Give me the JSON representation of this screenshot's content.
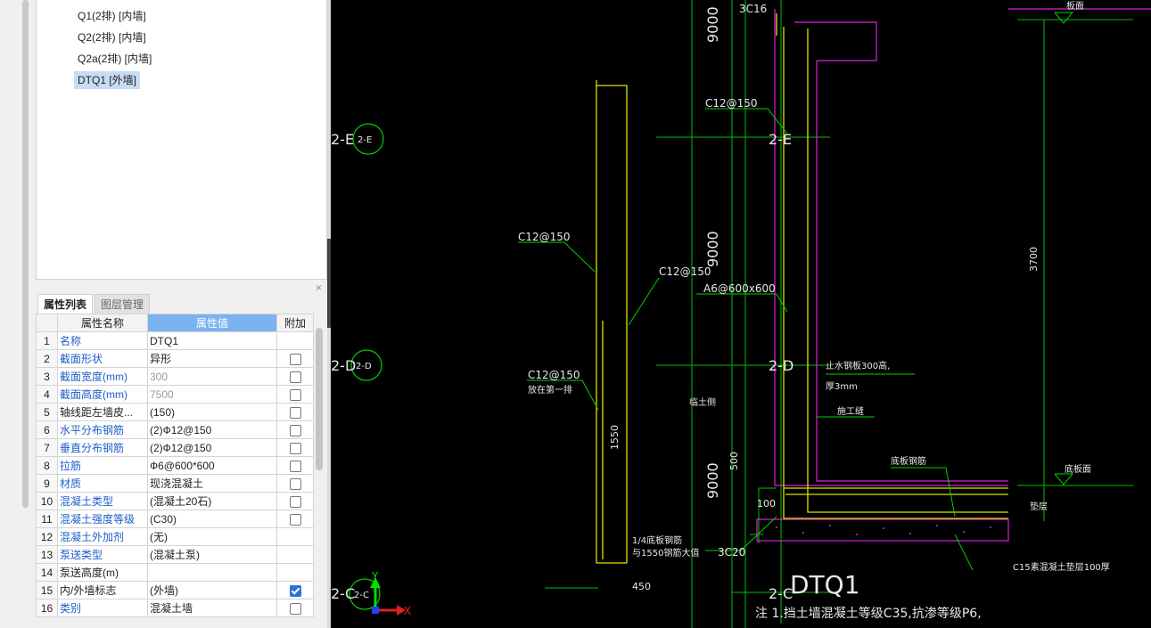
{
  "tree": {
    "items": [
      {
        "label": "Q1(2排) [内墙]"
      },
      {
        "label": "Q2(2排) [内墙]"
      },
      {
        "label": "Q2a(2排) [内墙]"
      },
      {
        "label": "DTQ1 [外墙]"
      }
    ]
  },
  "props_panel": {
    "close_label": "×",
    "tabs": [
      {
        "label": "属性列表"
      },
      {
        "label": "图层管理"
      }
    ],
    "headers": {
      "name": "属性名称",
      "value": "属性值",
      "extra": "附加"
    },
    "rows": [
      {
        "num": "1",
        "name": "名称",
        "value": "DTQ1"
      },
      {
        "num": "2",
        "name": "截面形状",
        "value": "异形"
      },
      {
        "num": "3",
        "name": "截面宽度(mm)",
        "value": "300"
      },
      {
        "num": "4",
        "name": "截面高度(mm)",
        "value": "7500"
      },
      {
        "num": "5",
        "name": "轴线距左墙皮...",
        "value": "(150)"
      },
      {
        "num": "6",
        "name": "水平分布钢筋",
        "value": "(2)Ф12@150"
      },
      {
        "num": "7",
        "name": "垂直分布钢筋",
        "value": "(2)Ф12@150"
      },
      {
        "num": "8",
        "name": "拉筋",
        "value": "Ф6@600*600"
      },
      {
        "num": "9",
        "name": "材质",
        "value": "现浇混凝土"
      },
      {
        "num": "10",
        "name": "混凝土类型",
        "value": "(混凝土20石)"
      },
      {
        "num": "11",
        "name": "混凝土强度等级",
        "value": "(C30)"
      },
      {
        "num": "12",
        "name": "混凝土外加剂",
        "value": "(无)"
      },
      {
        "num": "13",
        "name": "泵送类型",
        "value": "(混凝土泵)"
      },
      {
        "num": "14",
        "name": "泵送高度(m)",
        "value": ""
      },
      {
        "num": "15",
        "name": "内/外墙标志",
        "value": "(外墙)"
      },
      {
        "num": "16",
        "name": "类别",
        "value": "混凝土墙"
      }
    ]
  },
  "drawing": {
    "axis_labels": {
      "e_left": "2-E",
      "e_mid": "2-E",
      "e_bubble": "2-E",
      "d_left": "2-D",
      "d_mid": "2-D",
      "d_bubble": "2-D",
      "c_left": "2-C",
      "c_mid": "2-C",
      "c_bubble": "2-C"
    },
    "dims": {
      "d9000a": "9000",
      "d9000b": "9000",
      "d9000c": "9000",
      "d500": "500",
      "d100": "100",
      "d450": "450",
      "d1550": "1550",
      "d3700": "3700"
    },
    "rebar": {
      "r3c16": "3C16",
      "r3c20": "3C20",
      "rc12a": "C12@150",
      "rc12b": "C12@150",
      "rc12c": "C12@150",
      "rc12d": "C12@150",
      "ra6": "A6@600x600"
    },
    "notes": {
      "n1": "止水钢板300高,",
      "n2": "厚3mm",
      "n3": "施工缝",
      "n4": "底板钢筋",
      "n5": "底板面",
      "n6": "板面",
      "n7": "临土侧",
      "n8": "1/4底板钢筋",
      "n9": "与1550钢筋大值",
      "n10": "放在第一排",
      "n11": "C15素混凝土垫层100厚",
      "n12": "DTQ1",
      "n13": "注 1.挡土墙混凝土等级C35,抗渗等级P6,",
      "n14": "垫层"
    },
    "ucs": {
      "x": "X",
      "y": "Y"
    }
  }
}
